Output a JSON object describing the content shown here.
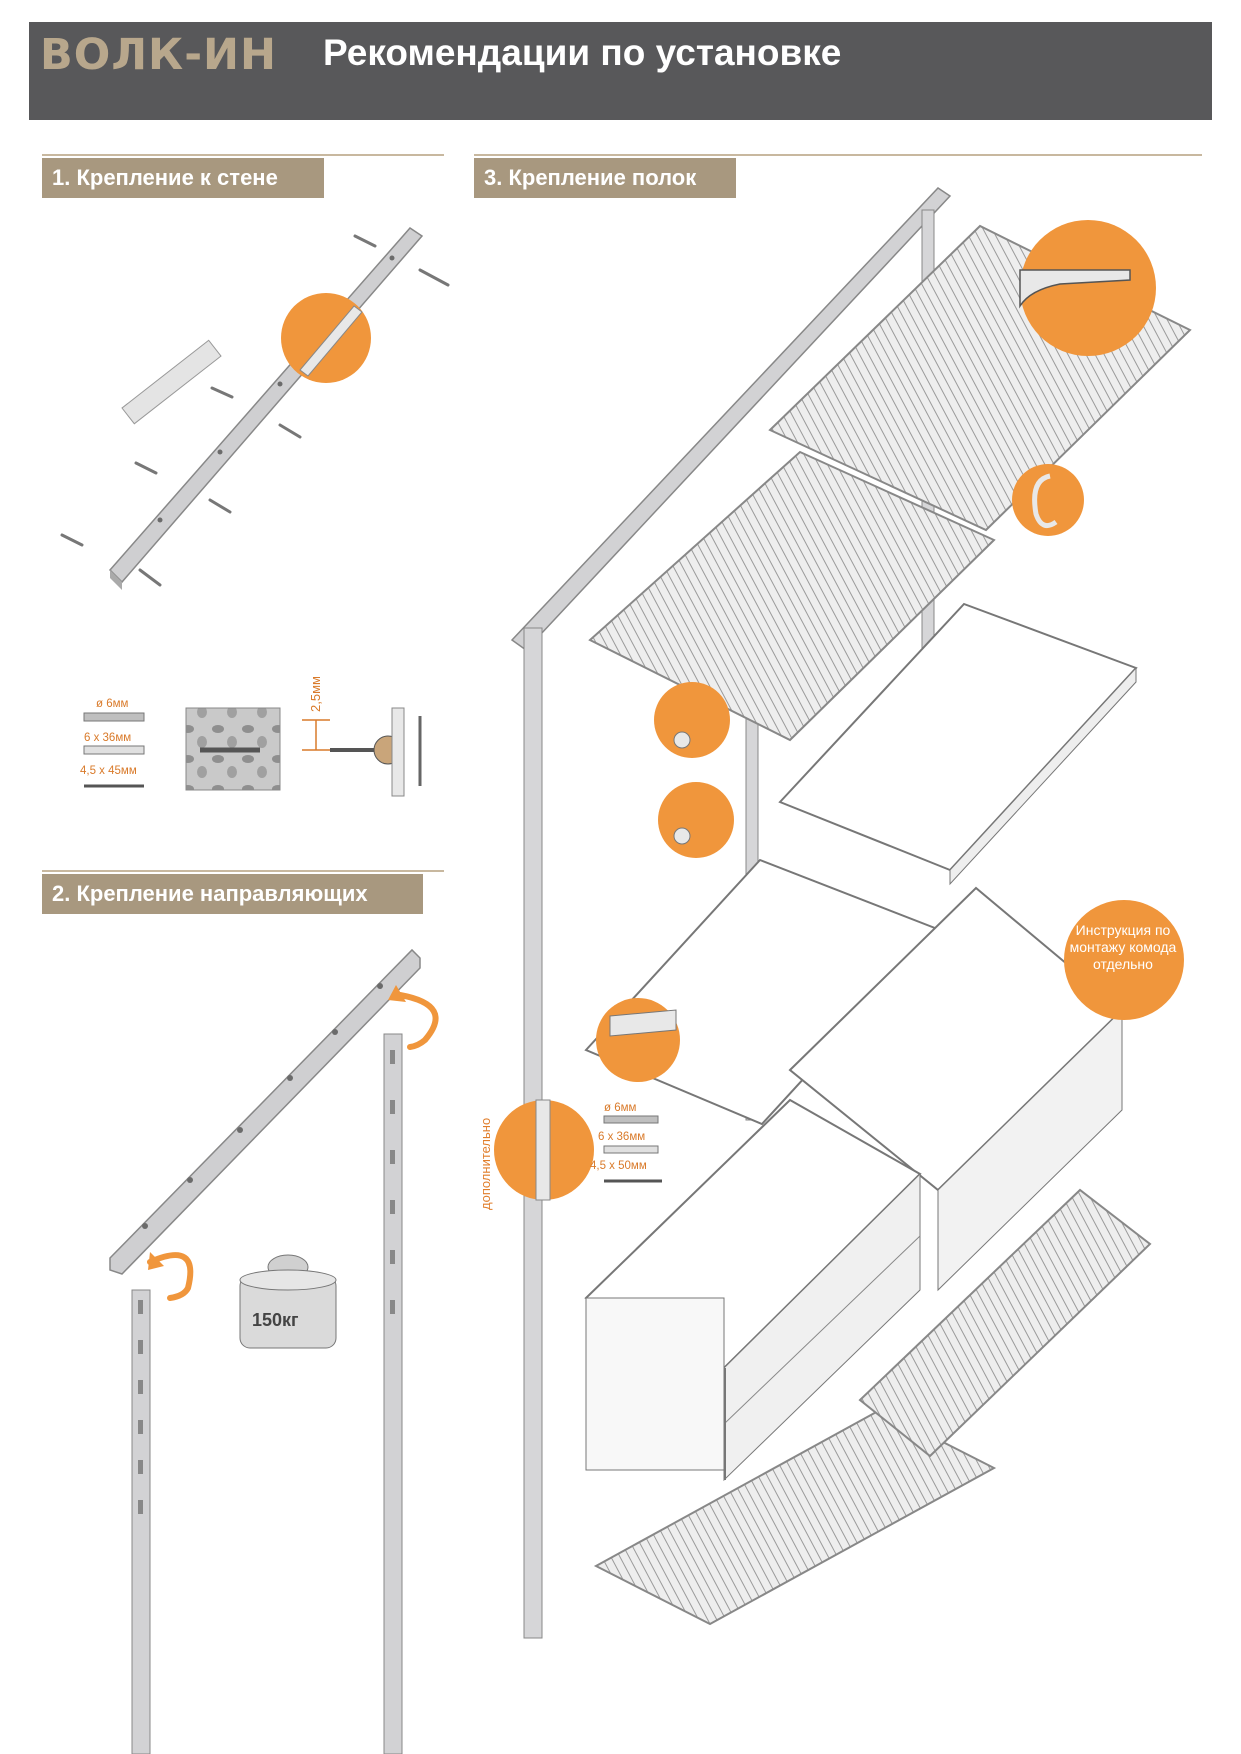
{
  "header": {
    "brand": "ВОЛК-ИН",
    "title": "Рекомендации по установке"
  },
  "sections": {
    "wall": {
      "label": "1. Крепление к стене"
    },
    "rails": {
      "label": "2. Крепление направляющих"
    },
    "shelves": {
      "label": "3. Крепление полок"
    }
  },
  "wall_specs": {
    "drill": "ø 6мм",
    "dowel": "6 x 36мм",
    "screw": "4,5 x 45мм",
    "depth": "2,5мм"
  },
  "shelf_specs": {
    "drill": "ø 6мм",
    "dowel": "6 x 36мм",
    "screw": "4,5 x 50мм",
    "optional": "дополнительно"
  },
  "weight_label": "150кг",
  "dresser_note": "Инструкция по монтажу комода отдельно",
  "colors": {
    "accent": "#f0963c",
    "header": "#58585a",
    "tag": "#a8987f",
    "brand": "#b8a78c"
  }
}
